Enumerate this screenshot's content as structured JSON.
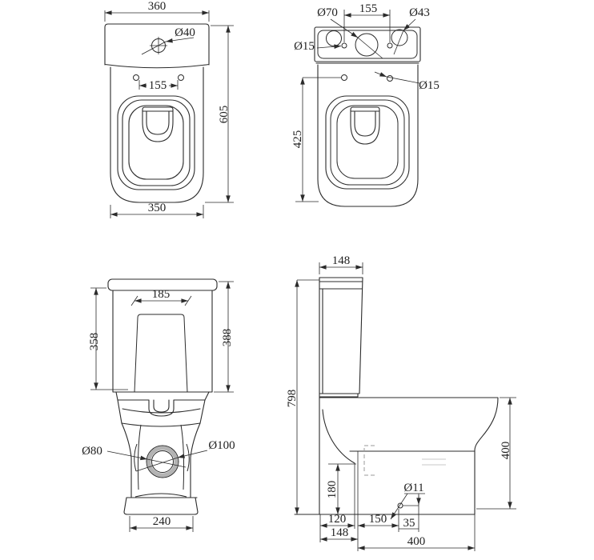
{
  "colors": {
    "line": "#2b2b2b",
    "hidden_line": "#9a9a9a",
    "outlet_ring": "#b3b3b3",
    "background": "#ffffff"
  },
  "views": {
    "plan_with_seat": {
      "tank_width": "360",
      "lid_hole_dia": "Ø40",
      "hinge_hole_spacing": "155",
      "overall_depth": "605",
      "bowl_width": "350"
    },
    "plan_cistern_holes": {
      "flush_hole_dia": "Ø70",
      "inlet_hole_spacing": "155",
      "side_hole_dia": "Ø43",
      "fixing_hole_dia_left": "Ø15",
      "fixing_hole_dia_right": "Ø15",
      "bowl_depth": "425"
    },
    "rear": {
      "flush_panel_width": "185",
      "height_left": "358",
      "height_right": "388",
      "outlet_inner_dia": "Ø80",
      "outlet_outer_dia": "Ø100",
      "base_width": "240"
    },
    "side": {
      "cistern_depth": "148",
      "overall_height": "798",
      "bowl_height": "400",
      "outlet_height": "180",
      "fixing_hole_dia": "Ø11",
      "setout_120": "120",
      "setout_150": "150",
      "setout_35": "35",
      "setout_148": "148",
      "base_depth": "400"
    }
  }
}
